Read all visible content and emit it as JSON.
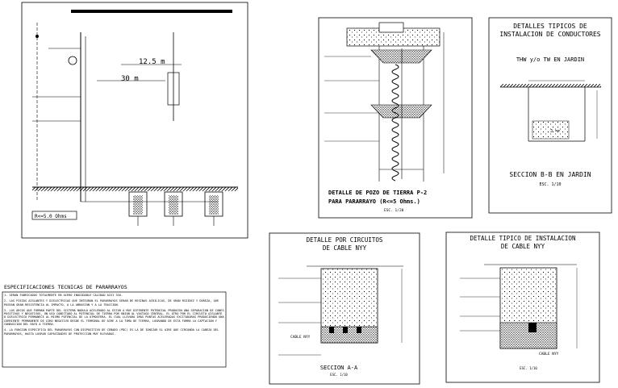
{
  "panel_a": {
    "measure_1": "12.5 m",
    "measure_2": "30 m",
    "resistance_box": "R<=5.0 Ohms"
  },
  "panel_b": {
    "title_1": "DETALLE DE POZO DE TIERRA P-2",
    "title_2": "PARA PARARRAYO (R<=5 Ohms.)",
    "scale": "ESC. 1/20"
  },
  "panel_c": {
    "title_1": "DETALLES TIPICOS DE",
    "title_2": "INSTALACION DE CONDUCTORES",
    "subtitle": "THW y/o TW EN JARDIN",
    "section": "SECCION B-B EN JARDIN",
    "scale": "ESC. 1/10"
  },
  "panel_d": {
    "title_1": "DETALLE POR CIRCUITOS",
    "title_2": "DE CABLE NYY",
    "section": "SECCION A-A",
    "scale": "ESC. 1/10",
    "label_cable": "CABLE NYY"
  },
  "panel_e": {
    "title_1": "DETALLE TIPICO DE INSTALACION",
    "title_2": "DE CABLE NYY",
    "scale": "ESC. 1/10",
    "label_cable": "CABLE NYY"
  },
  "specs": {
    "heading": "ESPECIFICACIONES TECNICAS DE PARARRAYOS",
    "items": [
      "1. SERAN FABRICADOS TOTALMENTE EN ACERO INOXIDABLE CALIDAD AISI 316.",
      "2. LAS PIEZAS AISLANTES Y DIELECTRICAS QUE INTEGRAN EL PARARRAYOS SERAN DE RESINAS ACRILICAS, DE GRAN RIGIDEZ Y DUREZA, QUE POSEAN GRAN RESISTENCIA AL IMPACTO, A LA ABRASION Y A LA TRACCION.",
      "3. LOS ARCOS QUE FORMAN PARTE DEL SISTEMA NODULO ACELERADO AL ESTAR A MUY DIFERENTE POTENCIAL PRODUCEN UNA SEPARACION DE IONES POSITIVOS Y NEGATIVOS, UN USO CONECTADO AL POTENCIAL DE TIERRA POR UNION AL VASTAGO CENTRAL. EL OTRO POR EL CIRCUITO AISLANTE O DIELECTRICO PERMANECE AL MISMO POTENCIAL DE LA ATMOSFERA. EL CUAL LLEVARA IMAS PUNTAS ACELERADAS EXCITADORAS PRODUCIENDO UNA CORRIENTE PERMANENTE DE GIRO NEGATIVO DESDE EL TERMINAL DE AIRE A LA TOMA DE TIERRA, LOGRANDO DE ESTA FORMA LA CAPTACION Y CONDUCCION DEL RAYO A TIERRA.",
      "4. LA FUNCION ESPECIFICA DEL PARARRAYOS CON DISPOSITIVO DE CEBADO (PDC) ES LA DE IONIZAR EL AIRE QUE CIRCUNDA LA CABEZA DEL PARARRAYOS, HASTA LOGRAR CAPACIDADES DE PROTECCION MUY ELEVADAS."
    ]
  }
}
